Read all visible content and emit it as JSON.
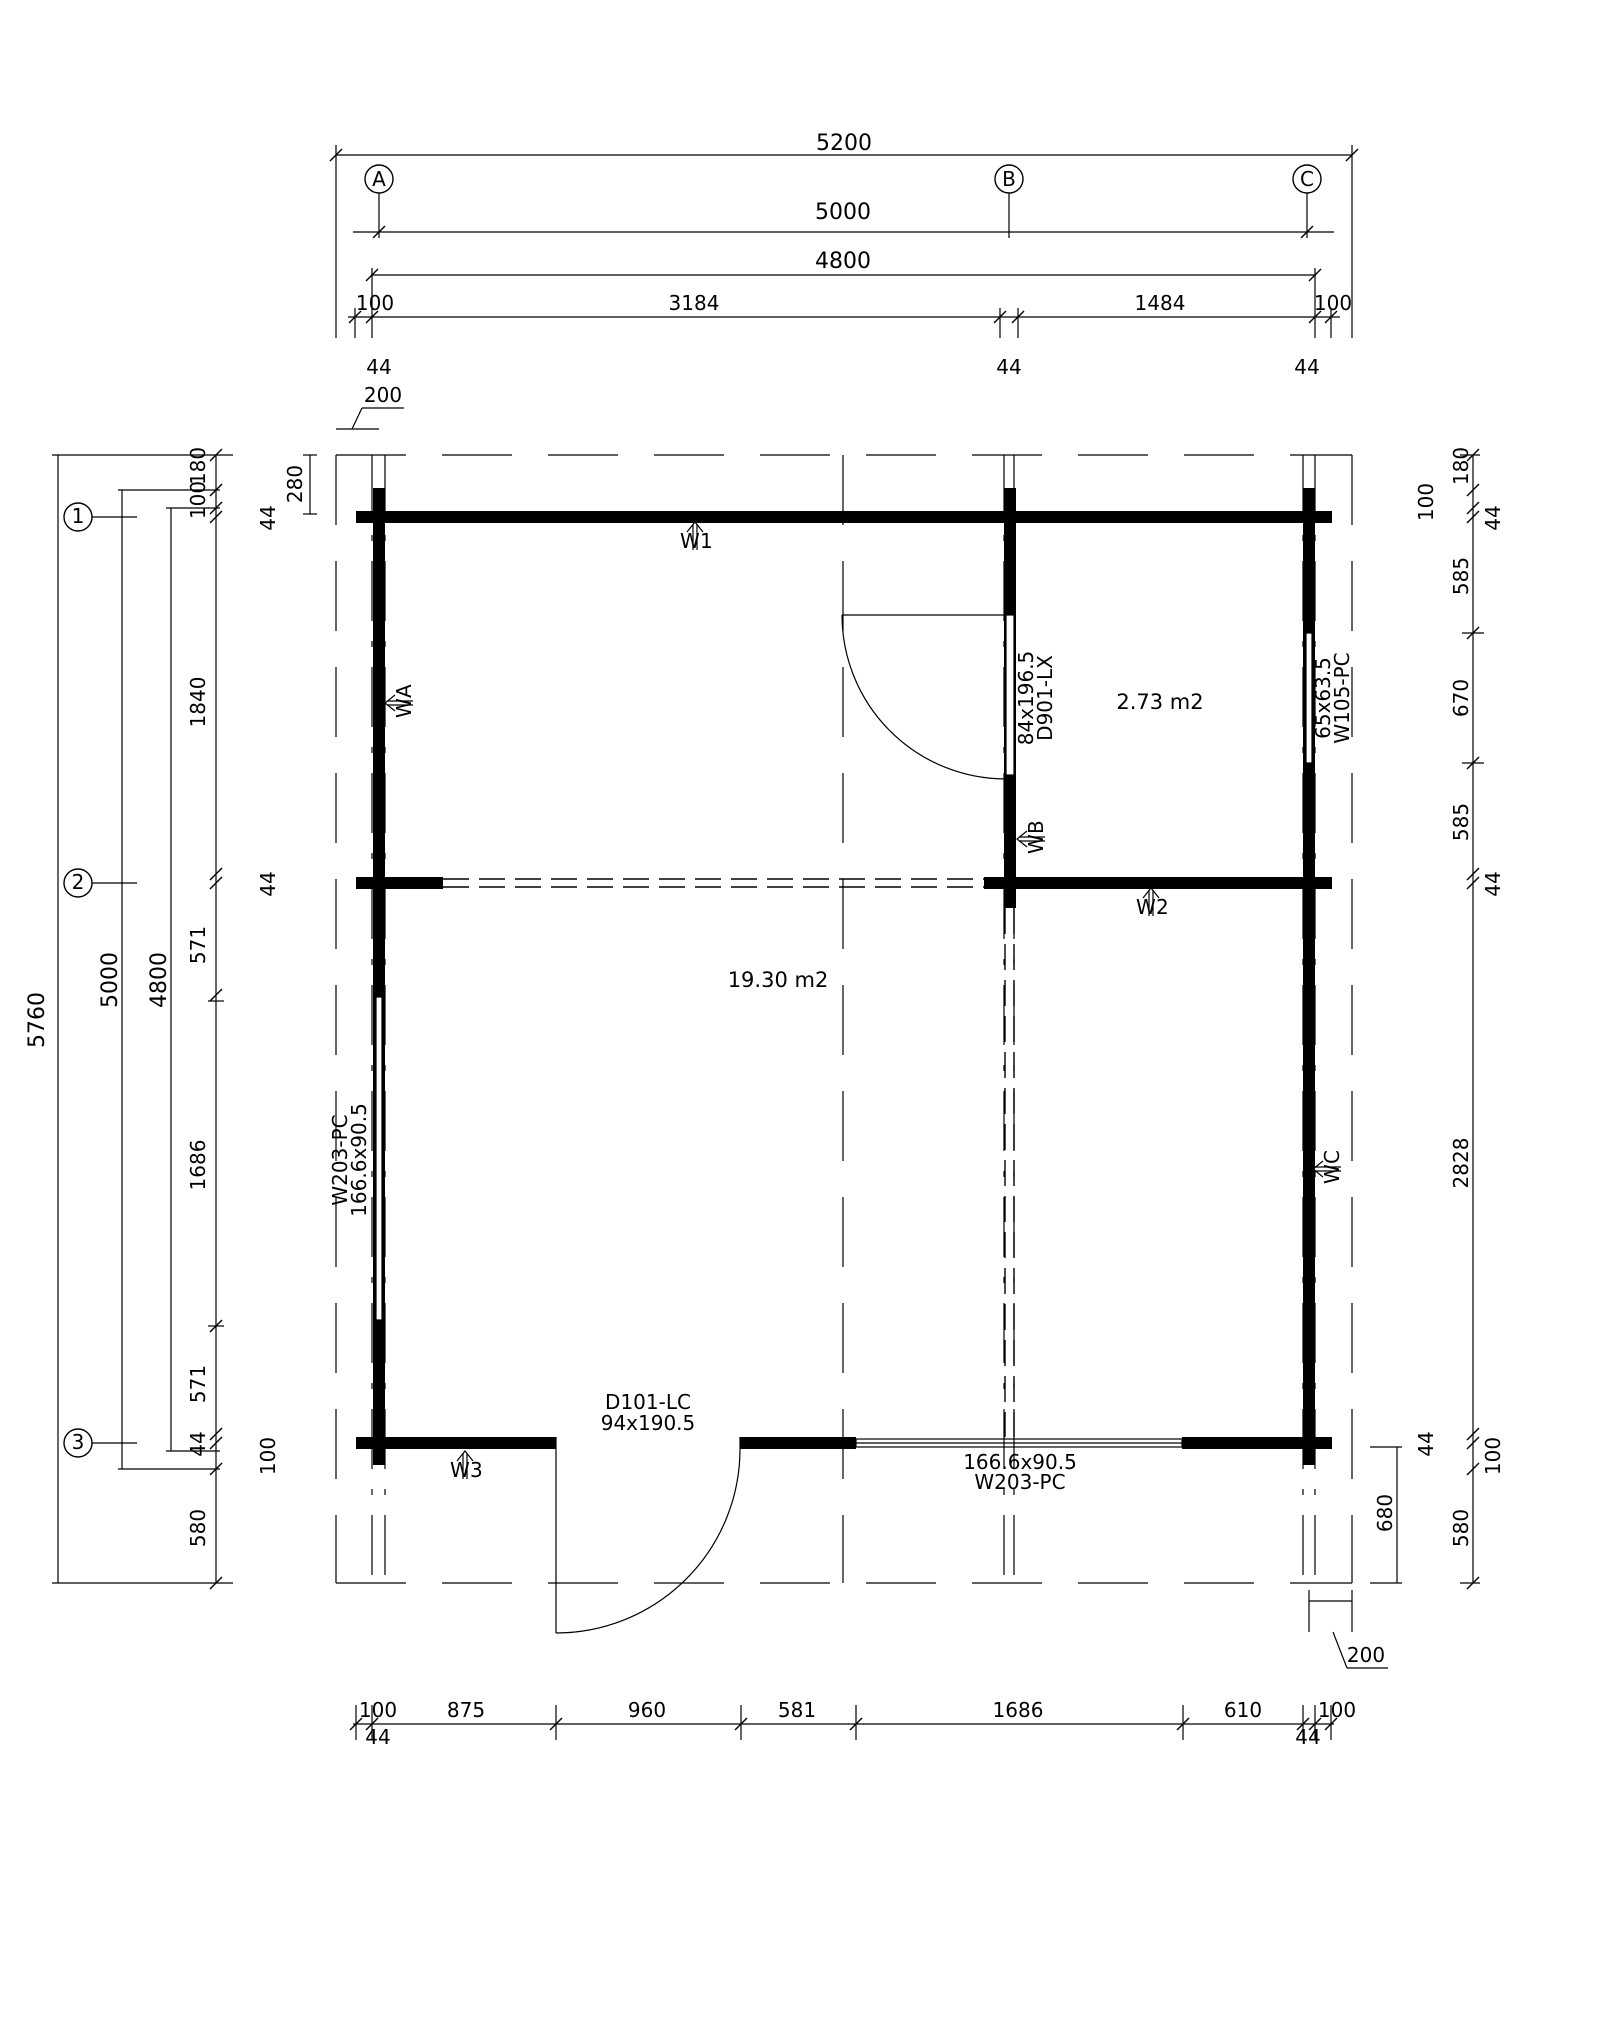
{
  "grid": {
    "columns": [
      "A",
      "B",
      "C"
    ],
    "rows": [
      "1",
      "2",
      "3"
    ]
  },
  "dimensions": {
    "top_overall": "5200",
    "top_axis": "5000",
    "top_inner": "4800",
    "top_left_offset": "100",
    "top_seg1": "3184",
    "top_seg2": "1484",
    "top_right_offset": "100",
    "wall_thickness": "44",
    "overhang": "200",
    "eave_left": "280",
    "left_overall": "5760",
    "left_axis": "5000",
    "left_inner": "4800",
    "left_top_eave": "180",
    "left_top_offset": "100",
    "left_seg1": "1840",
    "left_seg2": "571",
    "left_seg3": "1686",
    "left_seg4": "571",
    "left_bottom_offset": "100",
    "left_bottom_eave": "580",
    "right_top_eave": "180",
    "right_top_offset": "100",
    "right_seg1": "585",
    "right_seg2": "670",
    "right_seg3": "585",
    "right_seg4": "2828",
    "right_bottom_offset": "100",
    "right_bottom_eave": "580",
    "right_step": "680",
    "bottom_seg_offset_l": "100",
    "bottom_seg1": "875",
    "bottom_seg2": "960",
    "bottom_seg3": "581",
    "bottom_seg4": "1686",
    "bottom_seg5": "610",
    "bottom_seg_offset_r": "100"
  },
  "rooms": [
    {
      "area": "19.30 m2"
    },
    {
      "area": "2.73 m2"
    }
  ],
  "openings": {
    "door_entry_code": "D101-LC",
    "door_entry_size": "94x190.5",
    "door_inner_code": "D901-LX",
    "door_inner_size": "84x196.5",
    "window_small_code": "W105-PC",
    "window_small_size": "65x63.5",
    "window_left_code": "W203-PC",
    "window_left_size": "166.6x90.5",
    "window_bottom_code": "W203-PC",
    "window_bottom_size": "166.6x90.5"
  },
  "wall_marks": {
    "w1": "1",
    "w2": "2",
    "w3": "3",
    "wa": "A",
    "wb": "B",
    "wc": "C",
    "prefix": "W"
  }
}
